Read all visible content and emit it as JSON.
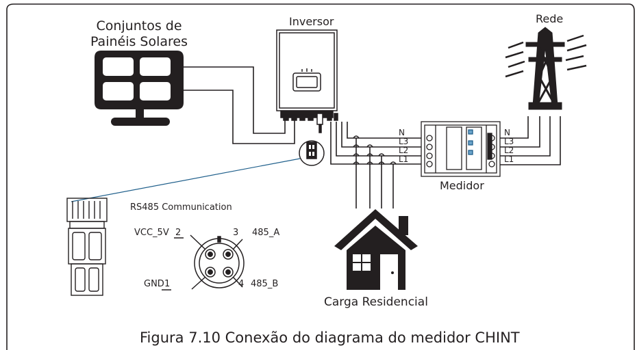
{
  "labels": {
    "solar_line1": "Conjuntos de",
    "solar_line2": "Painéis Solares",
    "inverter": "Inversor",
    "grid": "Rede",
    "meter": "Medidor",
    "load": "Carga Residencial",
    "rs485": "RS485 Communication",
    "caption": "Figura 7.10 Conexão do diagrama do medidor CHINT"
  },
  "meter_input_lines": [
    "N",
    "L3",
    "L2",
    "L1"
  ],
  "grid_lines": [
    "N",
    "L3",
    "L2",
    "L1"
  ],
  "connector_pins": {
    "vcc_name": "VCC_5V",
    "vcc_num": "2",
    "a_name": "485_A",
    "a_num": "3",
    "gnd_name": "GND",
    "gnd_num": "1",
    "b_name": "485_B",
    "b_num": "4"
  }
}
